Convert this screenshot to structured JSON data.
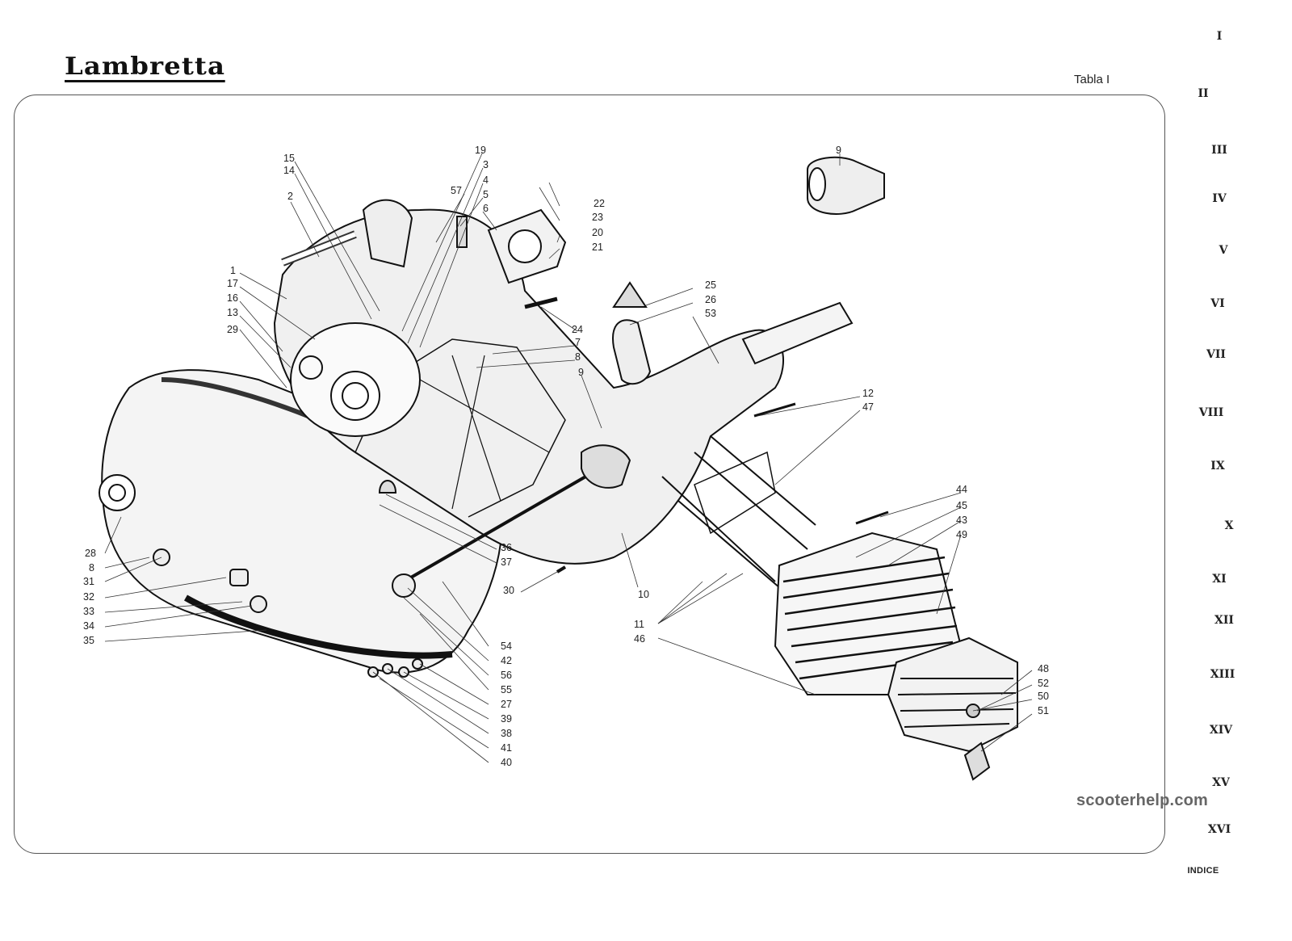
{
  "header": {
    "logo": "Lambretta",
    "plate": "Tabla I"
  },
  "watermark": "scooterhelp.com",
  "tabs": [
    "I",
    "II",
    "III",
    "IV",
    "V",
    "VI",
    "VII",
    "VIII",
    "IX",
    "X",
    "XI",
    "XII",
    "XIII",
    "XIV",
    "XV",
    "XVI",
    "INDICE"
  ],
  "callouts": [
    "1",
    "2",
    "3",
    "4",
    "5",
    "6",
    "7",
    "8",
    "9",
    "9",
    "10",
    "11",
    "12",
    "13",
    "14",
    "15",
    "16",
    "17",
    "19",
    "20",
    "21",
    "22",
    "23",
    "24",
    "25",
    "26",
    "27",
    "28",
    "8",
    "29",
    "30",
    "31",
    "32",
    "33",
    "34",
    "35",
    "36",
    "37",
    "38",
    "39",
    "40",
    "41",
    "42",
    "43",
    "44",
    "45",
    "46",
    "47",
    "48",
    "49",
    "50",
    "51",
    "52",
    "53",
    "54",
    "55",
    "56",
    "57"
  ]
}
